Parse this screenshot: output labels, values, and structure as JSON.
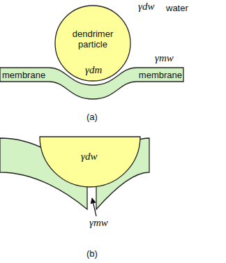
{
  "diagram": {
    "nodes": [
      {
        "text": [
          "dendrimer particle",
          "γdm"
        ]
      },
      {
        "text": [
          "membrane",
          "membrane"
        ]
      },
      {
        "text": [
          "γdw"
        ]
      }
    ],
    "labels": [
      "γdw",
      "water",
      "γmw",
      "(a)",
      "γmw",
      "(b)"
    ]
  }
}
